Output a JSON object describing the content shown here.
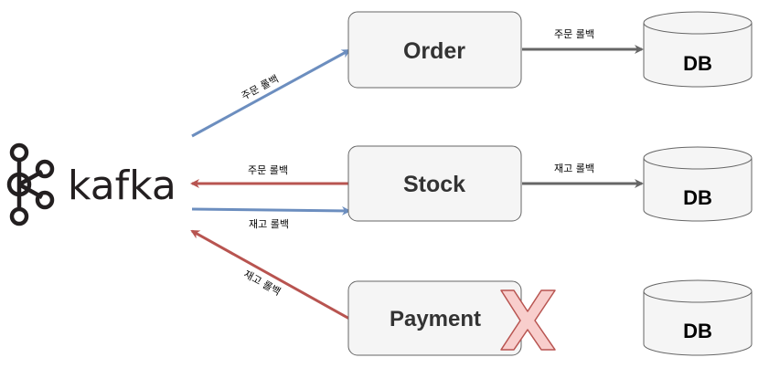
{
  "logo": {
    "wordmark": "kafka",
    "icon": "kafka-logo-icon",
    "color": "#231f20"
  },
  "services": [
    {
      "id": "order",
      "label": "Order"
    },
    {
      "id": "stock",
      "label": "Stock"
    },
    {
      "id": "payment",
      "label": "Payment",
      "failed": true,
      "failure_icon": "x-mark-icon"
    }
  ],
  "databases": [
    {
      "id": "db-order",
      "label": "DB"
    },
    {
      "id": "db-stock",
      "label": "DB"
    },
    {
      "id": "db-payment",
      "label": "DB"
    }
  ],
  "edges": [
    {
      "id": "kafka-to-order",
      "label": "주문 롤백",
      "color": "#6c8ebf"
    },
    {
      "id": "stock-to-kafka",
      "label": "주문 롤백",
      "color": "#b85450"
    },
    {
      "id": "kafka-to-stock",
      "label": "재고 롤백",
      "color": "#6c8ebf"
    },
    {
      "id": "payment-to-kafka",
      "label": "재고 롤백",
      "color": "#b85450"
    },
    {
      "id": "order-to-db",
      "label": "주문 롤백",
      "color": "#666666"
    },
    {
      "id": "stock-to-db",
      "label": "재고 롤백",
      "color": "#666666"
    }
  ],
  "colors": {
    "node_fill": "#f5f5f5",
    "node_stroke": "#666666",
    "failure_fill": "#f8cecc",
    "failure_stroke": "#b85450"
  }
}
